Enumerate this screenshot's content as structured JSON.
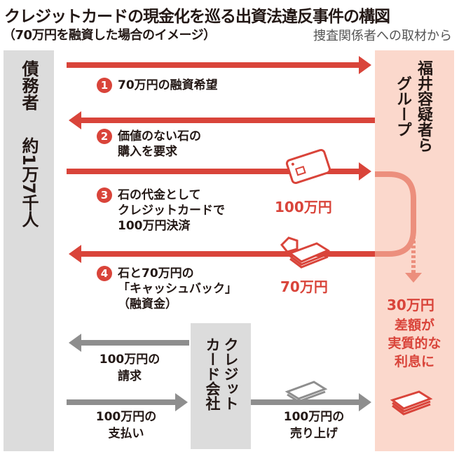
{
  "title": "クレジットカードの現金化を巡る出資法違反事件の構図",
  "subtitle": "（70万円を融資した場合のイメージ）",
  "source": "捜査関係者への取材から",
  "debtor": {
    "label": "債務者",
    "count": "約1万7千人"
  },
  "group": {
    "label_line1": "福井容疑者ら",
    "label_line2": "グループ"
  },
  "steps": [
    {
      "number": "1",
      "lines": [
        "70万円の融資希望"
      ]
    },
    {
      "number": "2",
      "lines": [
        "価値のない石の",
        "購入を要求"
      ]
    },
    {
      "number": "3",
      "lines": [
        "石の代金として",
        "クレジットカードで",
        "100万円決済"
      ]
    },
    {
      "number": "4",
      "lines": [
        "石と70万円の",
        "「キャッシュバック」",
        "（融資金）"
      ]
    }
  ],
  "amounts": {
    "card_payment": "100万円",
    "cashback": "70万円",
    "difference": "30万円"
  },
  "interest_note": [
    "差額が",
    "実質的な",
    "利息に"
  ],
  "card_company": {
    "line1": "クレジット",
    "line2": "カード会社"
  },
  "card_flows": {
    "billing": [
      "100万円の",
      "請求"
    ],
    "payment": [
      "100万円の",
      "支払い"
    ],
    "sales": [
      "100万円の",
      "売り上げ"
    ]
  },
  "colors": {
    "red": "#d9443a",
    "pink_bg": "#fbd8cc",
    "gray_bg": "#dcdcdc",
    "gray_arrow": "#8e8e8e"
  }
}
